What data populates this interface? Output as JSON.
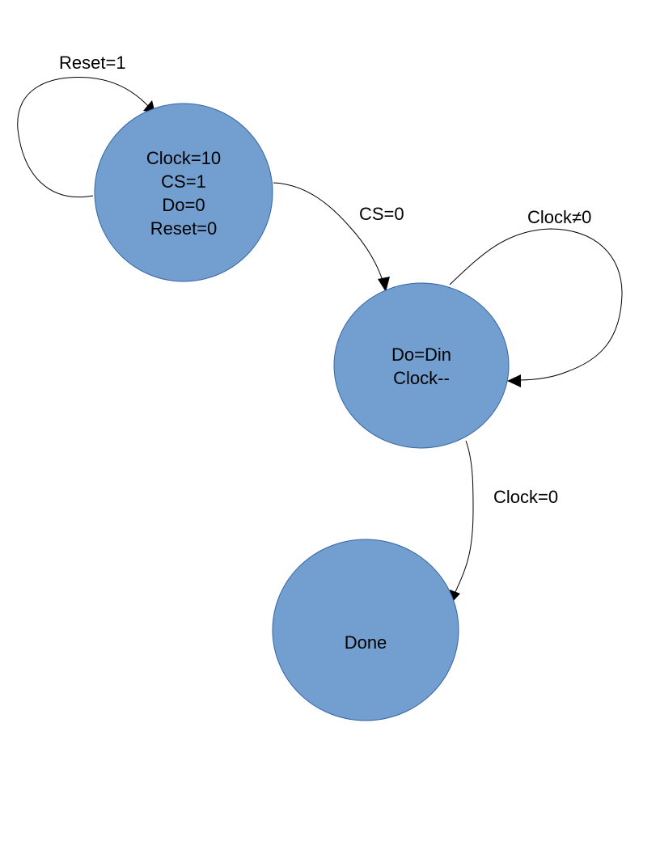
{
  "states": {
    "init": {
      "lines": [
        "Clock=10",
        "CS=1",
        "Do=0",
        "Reset=0"
      ]
    },
    "shift": {
      "lines": [
        "Do=Din",
        "Clock--"
      ]
    },
    "done": {
      "lines": [
        "Done"
      ]
    }
  },
  "transitions": {
    "reset_loop": "Reset=1",
    "init_to_shift": "CS=0",
    "shift_loop": "Clock≠0",
    "shift_to_done": "Clock=0"
  },
  "colors": {
    "state_fill": "#729fcf",
    "state_stroke": "#3465a4",
    "edge": "#000000"
  }
}
